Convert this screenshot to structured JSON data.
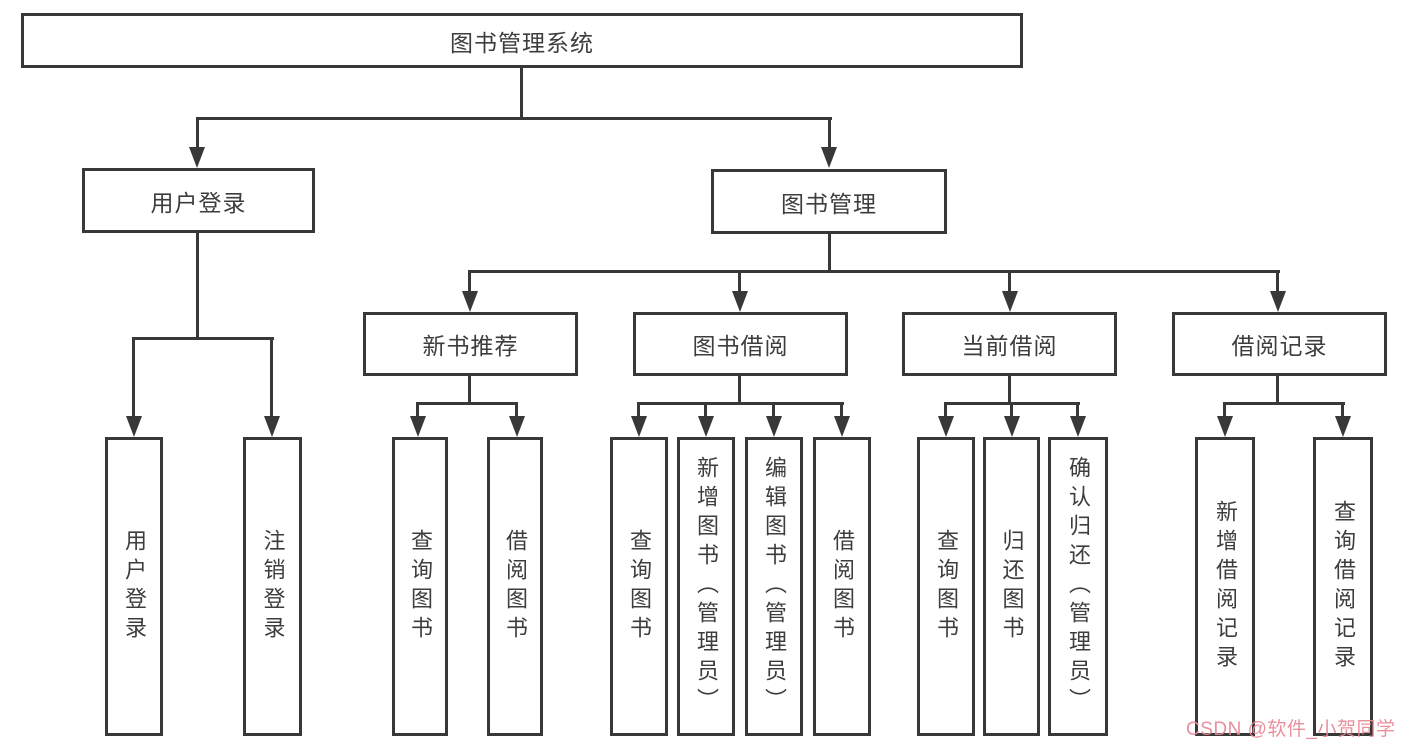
{
  "diagram_title": "图书管理系统",
  "tree": {
    "root": {
      "label": "图书管理系统"
    },
    "children": [
      {
        "label": "用户登录",
        "children": [
          {
            "label": "用户登录"
          },
          {
            "label": "注销登录"
          }
        ]
      },
      {
        "label": "图书管理",
        "children": [
          {
            "label": "新书推荐",
            "children": [
              {
                "label": "查询图书"
              },
              {
                "label": "借阅图书"
              }
            ]
          },
          {
            "label": "图书借阅",
            "children": [
              {
                "label": "查询图书"
              },
              {
                "label": "新增图书（管理员）"
              },
              {
                "label": "编辑图书（管理员）"
              },
              {
                "label": "借阅图书"
              }
            ]
          },
          {
            "label": "当前借阅",
            "children": [
              {
                "label": "查询图书"
              },
              {
                "label": "归还图书"
              },
              {
                "label": "确认归还（管理员）"
              }
            ]
          },
          {
            "label": "借阅记录",
            "children": [
              {
                "label": "新增借阅记录"
              },
              {
                "label": "查询借阅记录"
              }
            ]
          }
        ]
      }
    ]
  },
  "watermark": {
    "text": "CSDN @软件_小贺同学",
    "color": "#e88792"
  },
  "colors": {
    "background": "#ffffff",
    "line": "#383838",
    "box_border": "#383838",
    "box_fill": "#ffffff",
    "text": "#3d3d3d"
  }
}
